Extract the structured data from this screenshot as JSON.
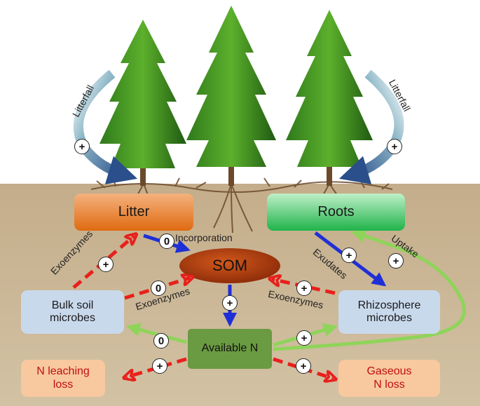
{
  "nodes": {
    "litter": "Litter",
    "roots": "Roots",
    "som": "SOM",
    "bulk_soil_microbes": [
      "Bulk soil",
      "microbes"
    ],
    "rhizosphere_microbes": [
      "Rhizosphere",
      "microbes"
    ],
    "available_n": "Available N",
    "n_leaching_loss": [
      "N leaching",
      "loss"
    ],
    "gaseous_n_loss": [
      "Gaseous",
      "N loss"
    ]
  },
  "labels": {
    "litterfall_left": "Litterfall",
    "litterfall_right": "Litterfall",
    "incorporation": "Incorporation",
    "exoenzymes_bulk_litter": "Exoenzymes",
    "exoenzymes_bulk_som": "Exoenzymes",
    "exoenzymes_rhizo_som": "Exoenzymes",
    "exudates": "Exudates",
    "uptake": "Uptake"
  },
  "effects": {
    "litterfall_left": "+",
    "litterfall_right": "+",
    "incorporation": "0",
    "bulk_to_litter": "+",
    "bulk_to_som": "0",
    "som_to_available_n": "+",
    "rhizo_to_som": "+",
    "exudates": "+",
    "uptake": "+",
    "available_n_to_bulk": "0",
    "available_n_to_rhizo": "+",
    "leaching": "+",
    "gaseous": "+"
  },
  "colors": {
    "blue_arrow": "#1f2fd6",
    "red_dashed_arrow": "#e8201c",
    "green_arrow": "#8fd45a",
    "litterfall_arrow": "#2e4f8a",
    "soil": "#c8b495",
    "litter_box": "#e06a10",
    "roots_box": "#1fb34a",
    "microbe_box": "#c9d9ec",
    "available_n_box": "#6a9a42",
    "loss_box": "#f8c89e",
    "loss_text": "#c01010",
    "som_fill": "#b03d10"
  }
}
